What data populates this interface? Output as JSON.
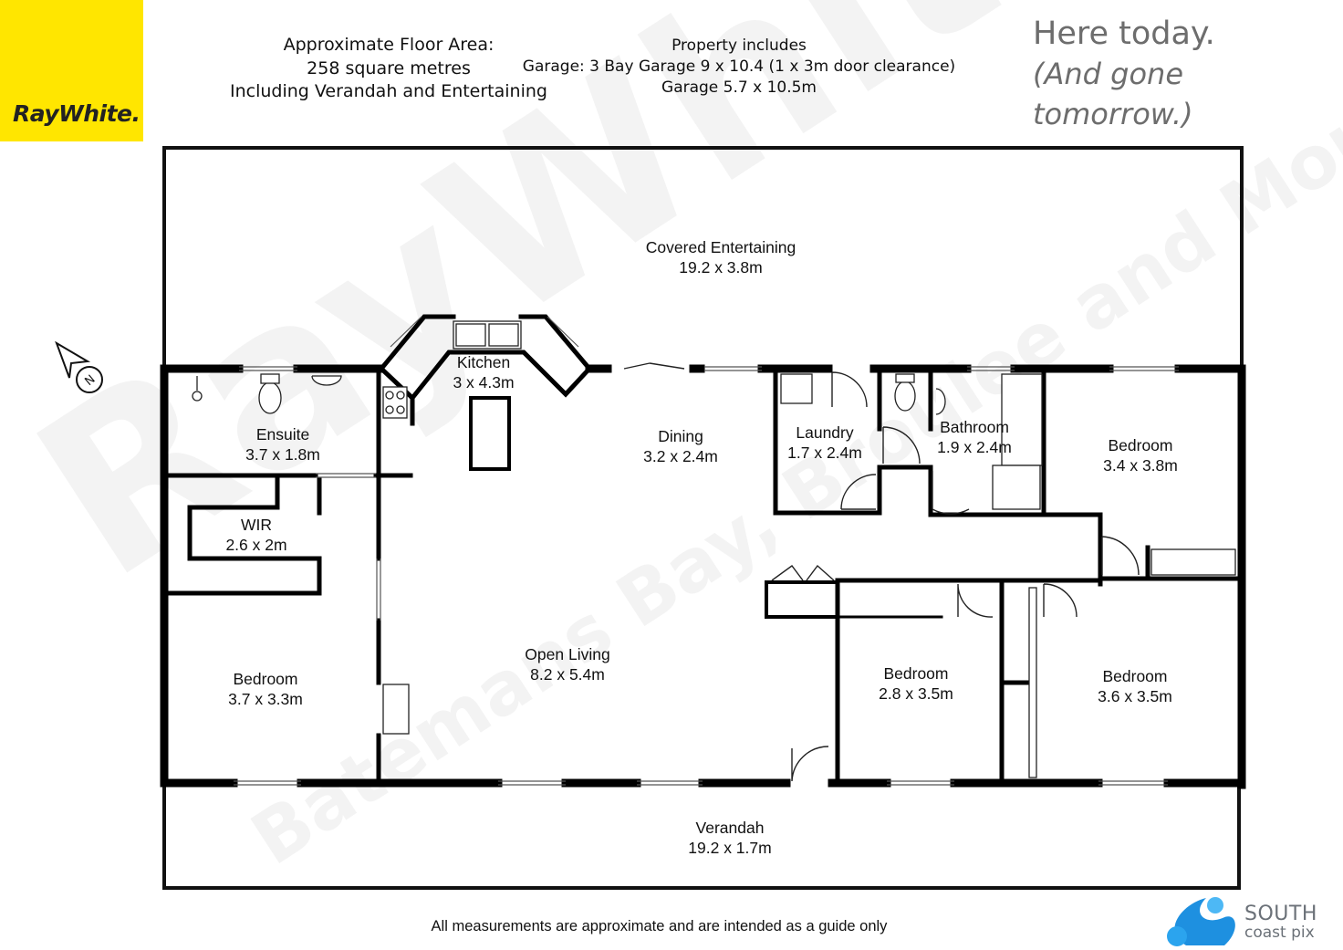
{
  "brand": {
    "logo_text": "RayWhite.",
    "logo_color": "#ffe600",
    "slogan_line1": "Here today.",
    "slogan_line2": "(And gone tomorrow.)"
  },
  "header": {
    "area_line1": "Approximate Floor Area:",
    "area_line2": "258 square metres",
    "area_line3": "Including Verandah and Entertaining",
    "includes_line1": "Property includes",
    "includes_line2": "Garage: 3 Bay Garage 9 x 10.4 (1 x 3m door clearance)",
    "includes_line3": "Garage 5.7 x 10.5m"
  },
  "watermark": {
    "main": "RayWhite",
    "office": "Batemans Bay, Broulee and Moruya"
  },
  "compass": {
    "label": "N",
    "icon": "north-arrow-icon"
  },
  "rooms": {
    "covered_entertaining": {
      "name": "Covered Entertaining",
      "size": "19.2 x 3.8m"
    },
    "ensuite": {
      "name": "Ensuite",
      "size": "3.7 x 1.8m"
    },
    "kitchen": {
      "name": "Kitchen",
      "size": "3 x 4.3m"
    },
    "dining": {
      "name": "Dining",
      "size": "3.2 x 2.4m"
    },
    "laundry": {
      "name": "Laundry",
      "size": "1.7 x 2.4m"
    },
    "bathroom": {
      "name": "Bathroom",
      "size": "1.9 x 2.4m"
    },
    "bedroom_ne": {
      "name": "Bedroom",
      "size": "3.4 x 3.8m"
    },
    "wir": {
      "name": "WIR",
      "size": "2.6 x 2m"
    },
    "bedroom_w": {
      "name": "Bedroom",
      "size": "3.7 x 3.3m"
    },
    "open_living": {
      "name": "Open Living",
      "size": "8.2 x 5.4m"
    },
    "bedroom_s": {
      "name": "Bedroom",
      "size": "2.8 x 3.5m"
    },
    "bedroom_se": {
      "name": "Bedroom",
      "size": "3.6 x 3.5m"
    },
    "verandah": {
      "name": "Verandah",
      "size": "19.2 x 1.7m"
    }
  },
  "footer": {
    "disclaimer": "All measurements are approximate and are intended as a guide only",
    "brand_line1": "SOUTH",
    "brand_line2": "coast pix",
    "brand_color": "#1e90e0"
  }
}
